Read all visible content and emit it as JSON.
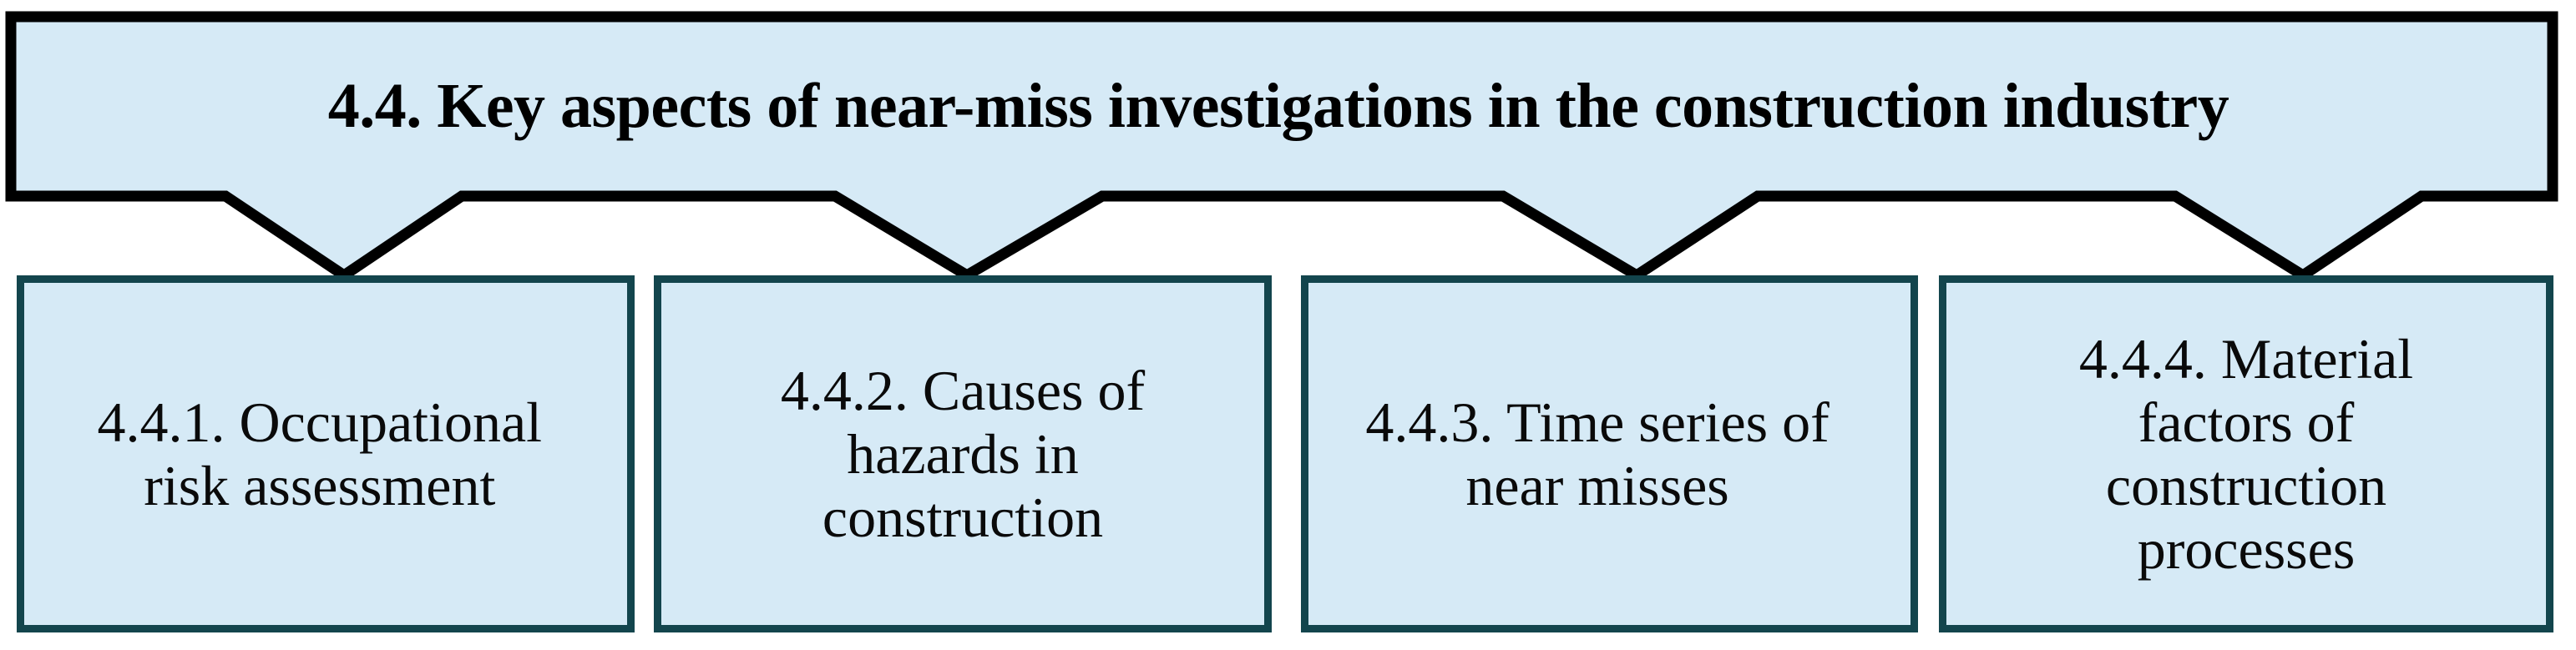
{
  "diagram": {
    "type": "hierarchy-tree",
    "orientation": "top-down",
    "colors": {
      "box_fill": "#d6eaf6",
      "parent_border": "#000000",
      "child_border": "#13454d",
      "text": "#0a0a0a",
      "background": "#ffffff"
    },
    "root": {
      "number": "4.4.",
      "title": "4.4. Key aspects of near-miss investigations in the construction industry"
    },
    "children": [
      {
        "number": "4.4.1.",
        "label": "4.4.1. Occupational\nrisk assessment",
        "connector": "v-notch"
      },
      {
        "number": "4.4.2.",
        "label": "4.4.2. Causes of\nhazards in\nconstruction",
        "connector": "v-notch"
      },
      {
        "number": "4.4.3.",
        "label": "4.4.3. Time series of\nnear misses",
        "connector": "v-notch"
      },
      {
        "number": "4.4.4.",
        "label": "4.4.4. Material\nfactors of\nconstruction\nprocesses",
        "connector": "v-notch"
      }
    ]
  }
}
